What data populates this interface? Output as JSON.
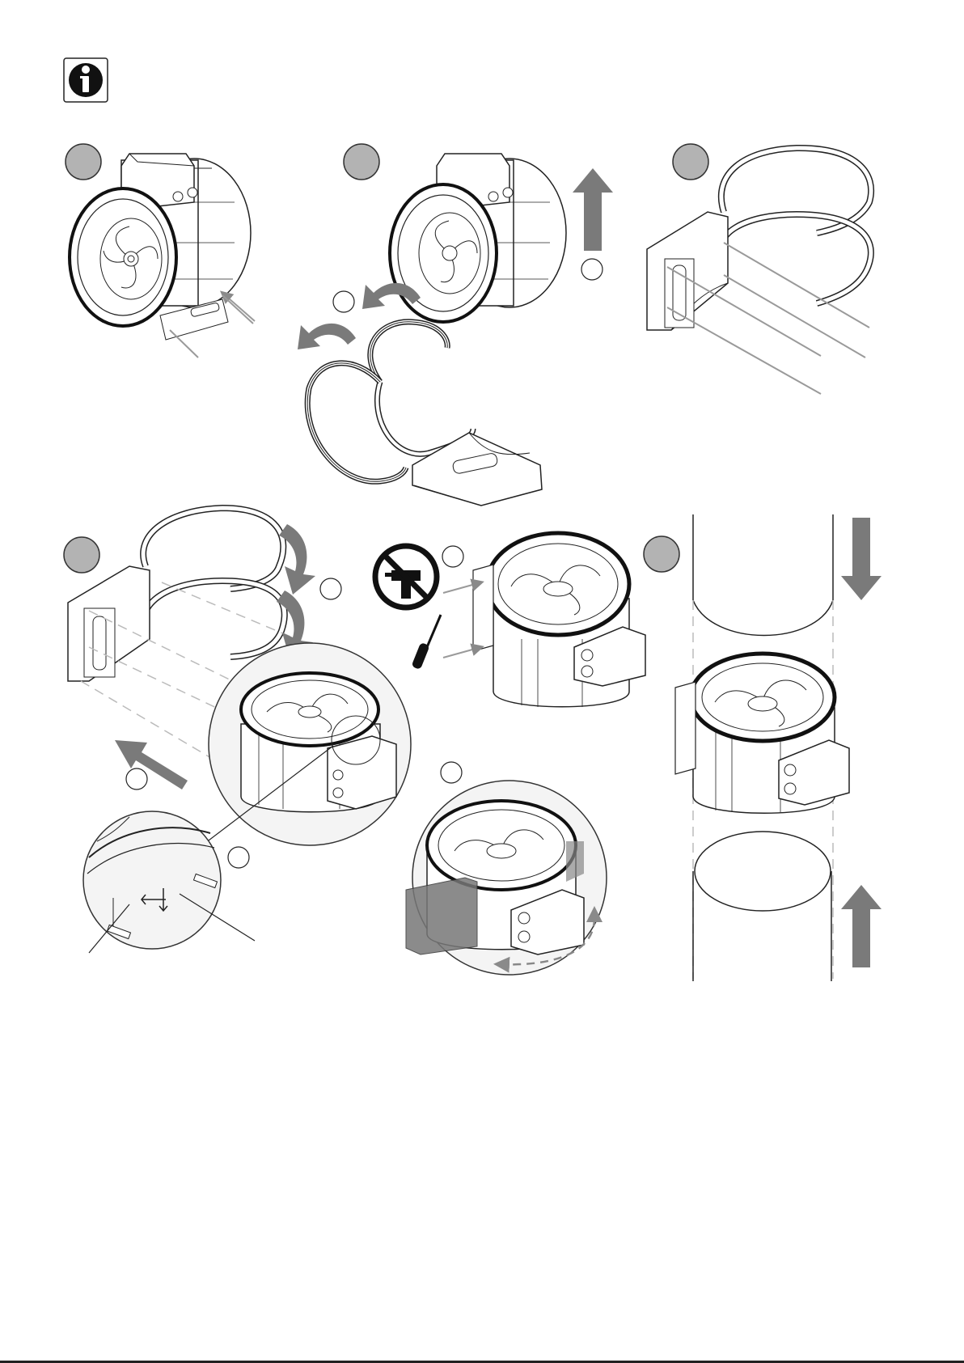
{
  "page": {
    "background": "#ffffff",
    "line_color": "#1a1a1a",
    "arrow_color": "#7a7a7a",
    "step_badge_fill": "#b3b3b3",
    "leader_color": "#9a9a9a"
  },
  "icons": {
    "info": "info-icon",
    "no_drill": "no-power-drill-icon",
    "screwdriver": "screwdriver-icon"
  },
  "steps": [
    {
      "id": 1,
      "panel": "fan-with-mounting-bracket"
    },
    {
      "id": 2,
      "panel": "remove-clamp-rings-and-base"
    },
    {
      "id": 3,
      "panel": "bracket-with-clamp-rings"
    },
    {
      "id": 4,
      "panel": "attach-bracket-to-fan"
    },
    {
      "id": 5,
      "panel": "tighten-bracket-screws"
    },
    {
      "id": 6,
      "panel": "insert-fan-into-duct"
    }
  ]
}
